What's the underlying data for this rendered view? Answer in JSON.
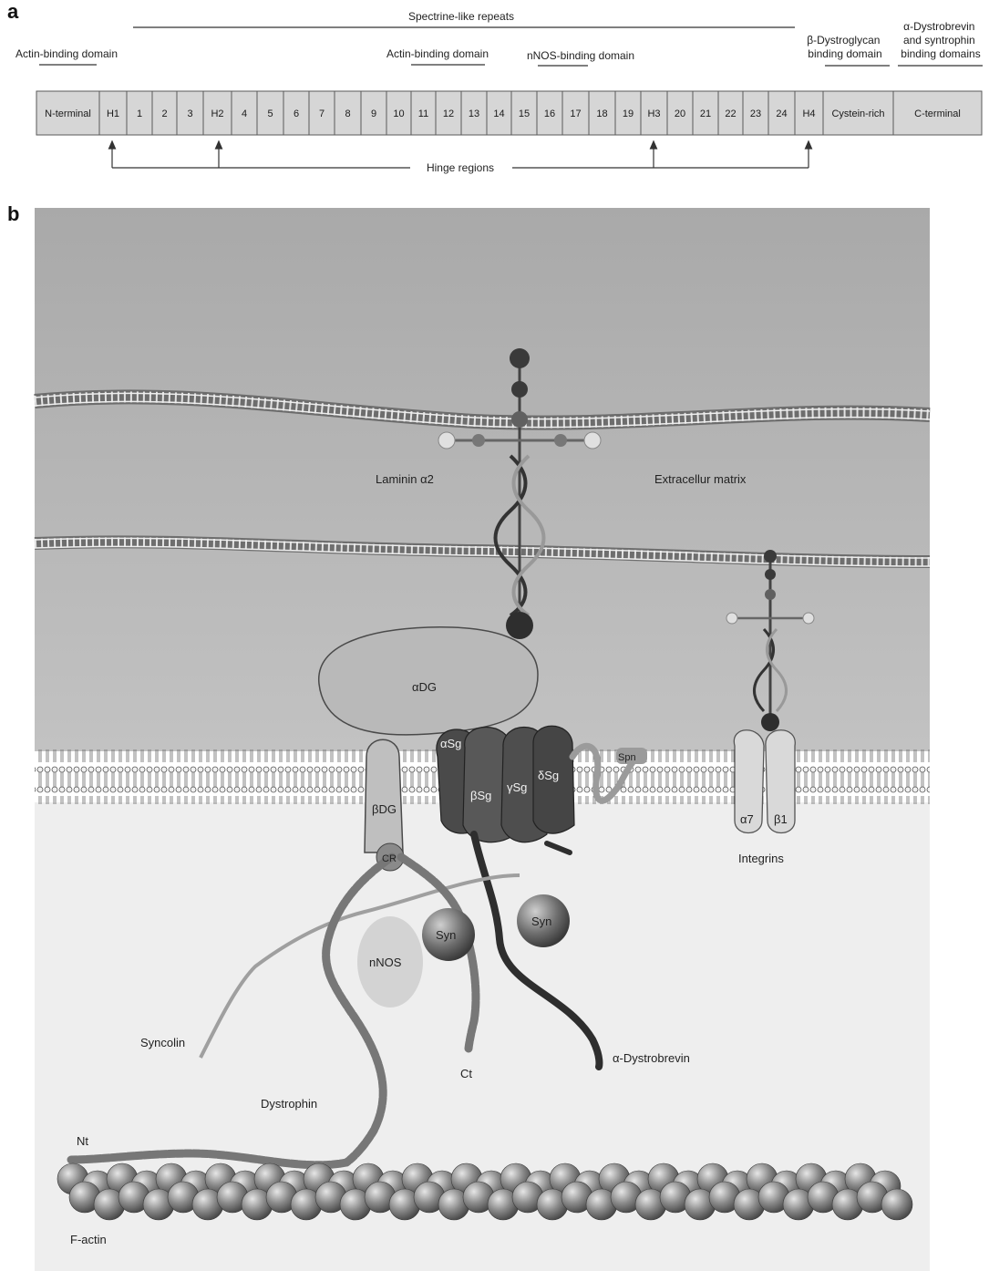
{
  "panel_a": {
    "letter": "a",
    "top_label": "Spectrine-like repeats",
    "domain_labels": {
      "actin1": "Actin-binding domain",
      "actin2": "Actin-binding domain",
      "nnos": "nNOS-binding domain",
      "bdg": [
        "β-Dystroglycan",
        "binding domain"
      ],
      "adb": [
        "α-Dystrobrevin",
        "and syntrophin",
        "binding domains"
      ]
    },
    "cells": [
      "N-terminal",
      "H1",
      "1",
      "2",
      "3",
      "H2",
      "4",
      "5",
      "6",
      "7",
      "8",
      "9",
      "10",
      "11",
      "12",
      "13",
      "14",
      "15",
      "16",
      "17",
      "18",
      "19",
      "H3",
      "20",
      "21",
      "22",
      "23",
      "24",
      "H4",
      "Cystein-rich",
      "C-terminal"
    ],
    "hinge_label": "Hinge regions"
  },
  "panel_b": {
    "letter": "b",
    "labels": {
      "laminin": "Laminin α2",
      "ecm": "Extracellur matrix",
      "adg": "αDG",
      "asg": "αSg",
      "bsg": "βSg",
      "gsg": "γSg",
      "dsg": "δSg",
      "spn": "Spn",
      "bdg": "βDG",
      "cr": "CR",
      "a7": "α7",
      "b1": "β1",
      "integrins": "Integrins",
      "syn1": "Syn",
      "syn2": "Syn",
      "nnos": "nNOS",
      "syncolin": "Syncolin",
      "dystrophin": "Dystrophin",
      "ct": "Ct",
      "nt": "Nt",
      "adb": "α-Dystrobrevin",
      "factin": "F-actin"
    }
  },
  "colors": {
    "ecm_bg": "#a9a9a9",
    "cytoplasm": "#eeeeee",
    "domain_cell": "#d6d6d6",
    "dark_protein": "#3e3e3e",
    "medium_protein": "#8f8f8f",
    "light_protein": "#c4c4c4"
  }
}
